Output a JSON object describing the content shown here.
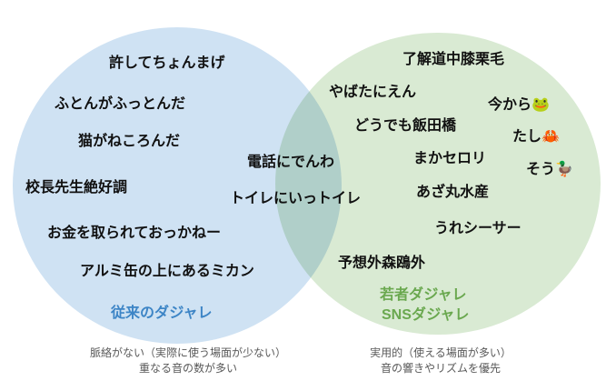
{
  "diagram": {
    "type": "venn",
    "colors": {
      "left_fill": "#cfe2f3",
      "right_fill": "#d9ead3",
      "left_label_color": "#3d85c6",
      "right_label_color": "#6aa84f",
      "footnote_color": "#595959"
    },
    "left": {
      "label": "従来のダジャレ",
      "items": [
        "許してちょんまげ",
        "ふとんがふっとんだ",
        "猫がねころんだ",
        "校長先生絶好調",
        "お金を取られておっかねー",
        "アルミ缶の上にあるミカン"
      ]
    },
    "overlap": {
      "items": [
        "電話にでんわ",
        "トイレにいっトイレ"
      ]
    },
    "right": {
      "label_line1": "若者ダジャレ",
      "label_line2": "SNSダジャレ",
      "items": [
        "了解道中膝栗毛",
        "やばたにえん",
        "今から🐸",
        "どうでも飯田橋",
        "たし🦀",
        "まかセロリ",
        "そう🦆",
        "あざ丸水産",
        "うれシーサー",
        "予想外森鴎外"
      ]
    },
    "footnotes": {
      "left_line1": "脈絡がない（実際に使う場面が少ない）",
      "left_line2": "重なる音の数が多い",
      "right_line1": "実用的（使える場面が多い）",
      "right_line2": "音の響きやリズムを優先"
    }
  }
}
